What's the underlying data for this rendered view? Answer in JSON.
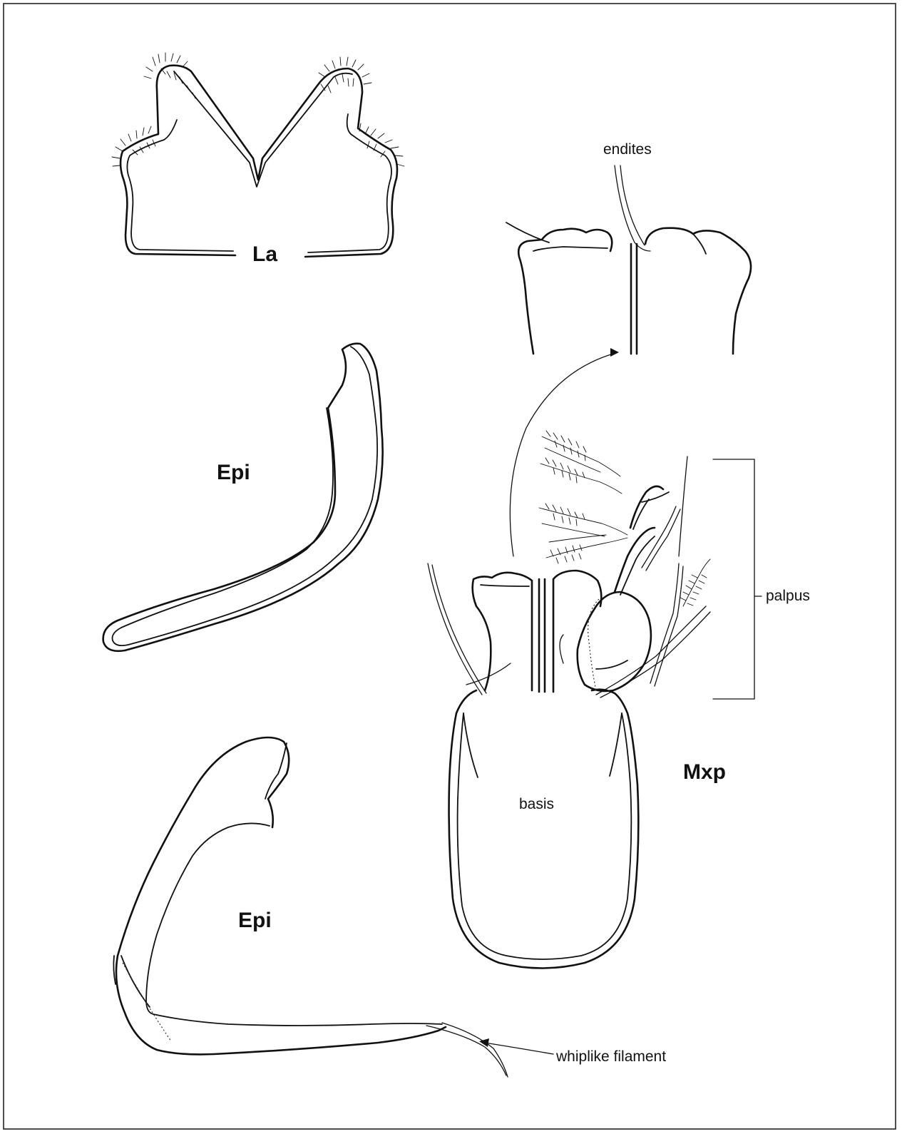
{
  "figure": {
    "labels": {
      "la": "La",
      "epi_upper": "Epi",
      "epi_lower": "Epi",
      "mxp": "Mxp",
      "endites": "endites",
      "palpus": "palpus",
      "basis": "basis",
      "whiplike": "whiplike filament"
    }
  }
}
